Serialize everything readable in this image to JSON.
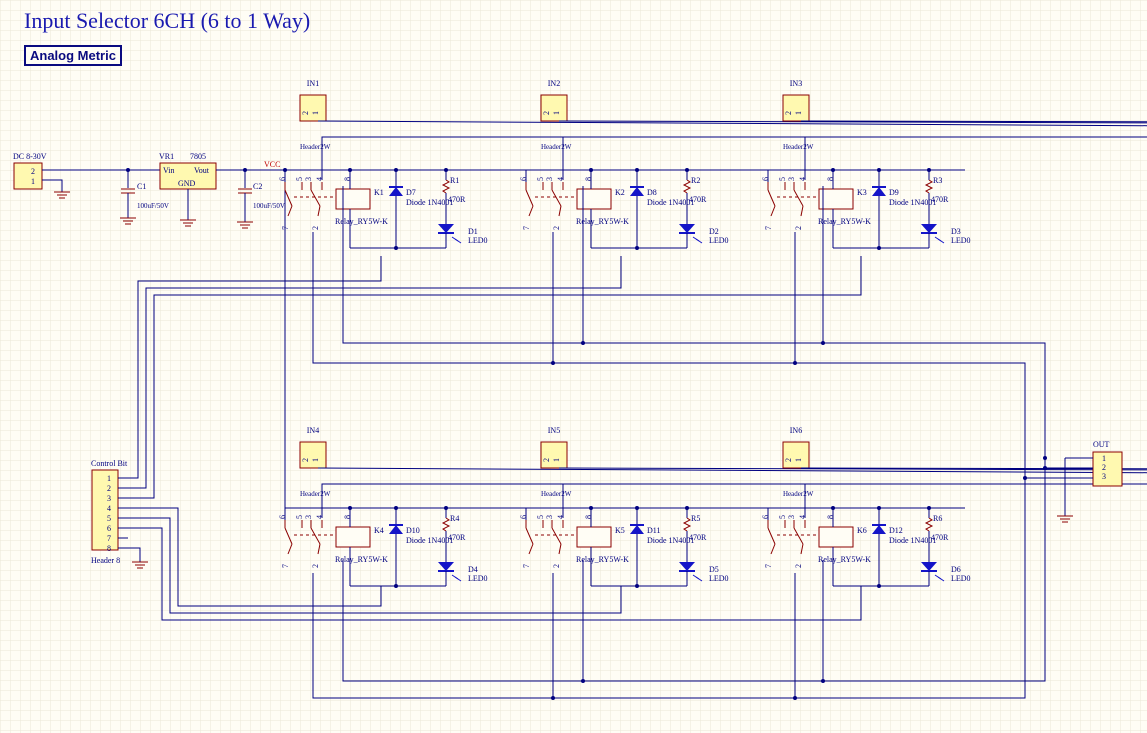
{
  "title": "Input Selector 6CH (6 to 1 Way)",
  "badge": "Analog Metric",
  "colors": {
    "wire": "#000080",
    "part": "#8b0000",
    "text": "#000080",
    "fill": "#fff9b0",
    "diode": "#1414c8",
    "net": "#c00000"
  },
  "power": {
    "dc_label": "DC 8-30V",
    "dc_pins": [
      "2",
      "1"
    ],
    "vr_ref": "VR1",
    "vr_value": "7805",
    "vr_in": "Vin",
    "vr_out": "Vout",
    "vr_gnd": "GND",
    "c1_ref": "C1",
    "c1_value": "100uF/50V",
    "c2_ref": "C2",
    "c2_value": "100uF/50V",
    "vcc": "VCC"
  },
  "channels": [
    {
      "in": "IN1",
      "k": "K1",
      "d": "D7",
      "r": "R1",
      "led": "D1"
    },
    {
      "in": "IN2",
      "k": "K2",
      "d": "D8",
      "r": "R2",
      "led": "D2"
    },
    {
      "in": "IN3",
      "k": "K3",
      "d": "D9",
      "r": "R3",
      "led": "D3"
    },
    {
      "in": "IN4",
      "k": "K4",
      "d": "D10",
      "r": "R4",
      "led": "D4"
    },
    {
      "in": "IN5",
      "k": "K5",
      "d": "D11",
      "r": "R5",
      "led": "D5"
    },
    {
      "in": "IN6",
      "k": "K6",
      "d": "D12",
      "r": "R6",
      "led": "D6"
    }
  ],
  "labels": {
    "header2": "Header2W",
    "relay": "Relay_RY5W-K",
    "diode": "Diode 1N4001",
    "resistor": "470R",
    "led": "LED0",
    "hdr_pins": [
      "2",
      "1"
    ],
    "relay_pins": [
      "6",
      "5",
      "3",
      "4",
      "8",
      "7",
      "2"
    ]
  },
  "control": {
    "label": "Control Bit",
    "footer": "Header 8",
    "pins": [
      "1",
      "2",
      "3",
      "4",
      "5",
      "6",
      "7",
      "8"
    ]
  },
  "output": {
    "label": "OUT",
    "pins": [
      "1",
      "2",
      "3"
    ]
  }
}
